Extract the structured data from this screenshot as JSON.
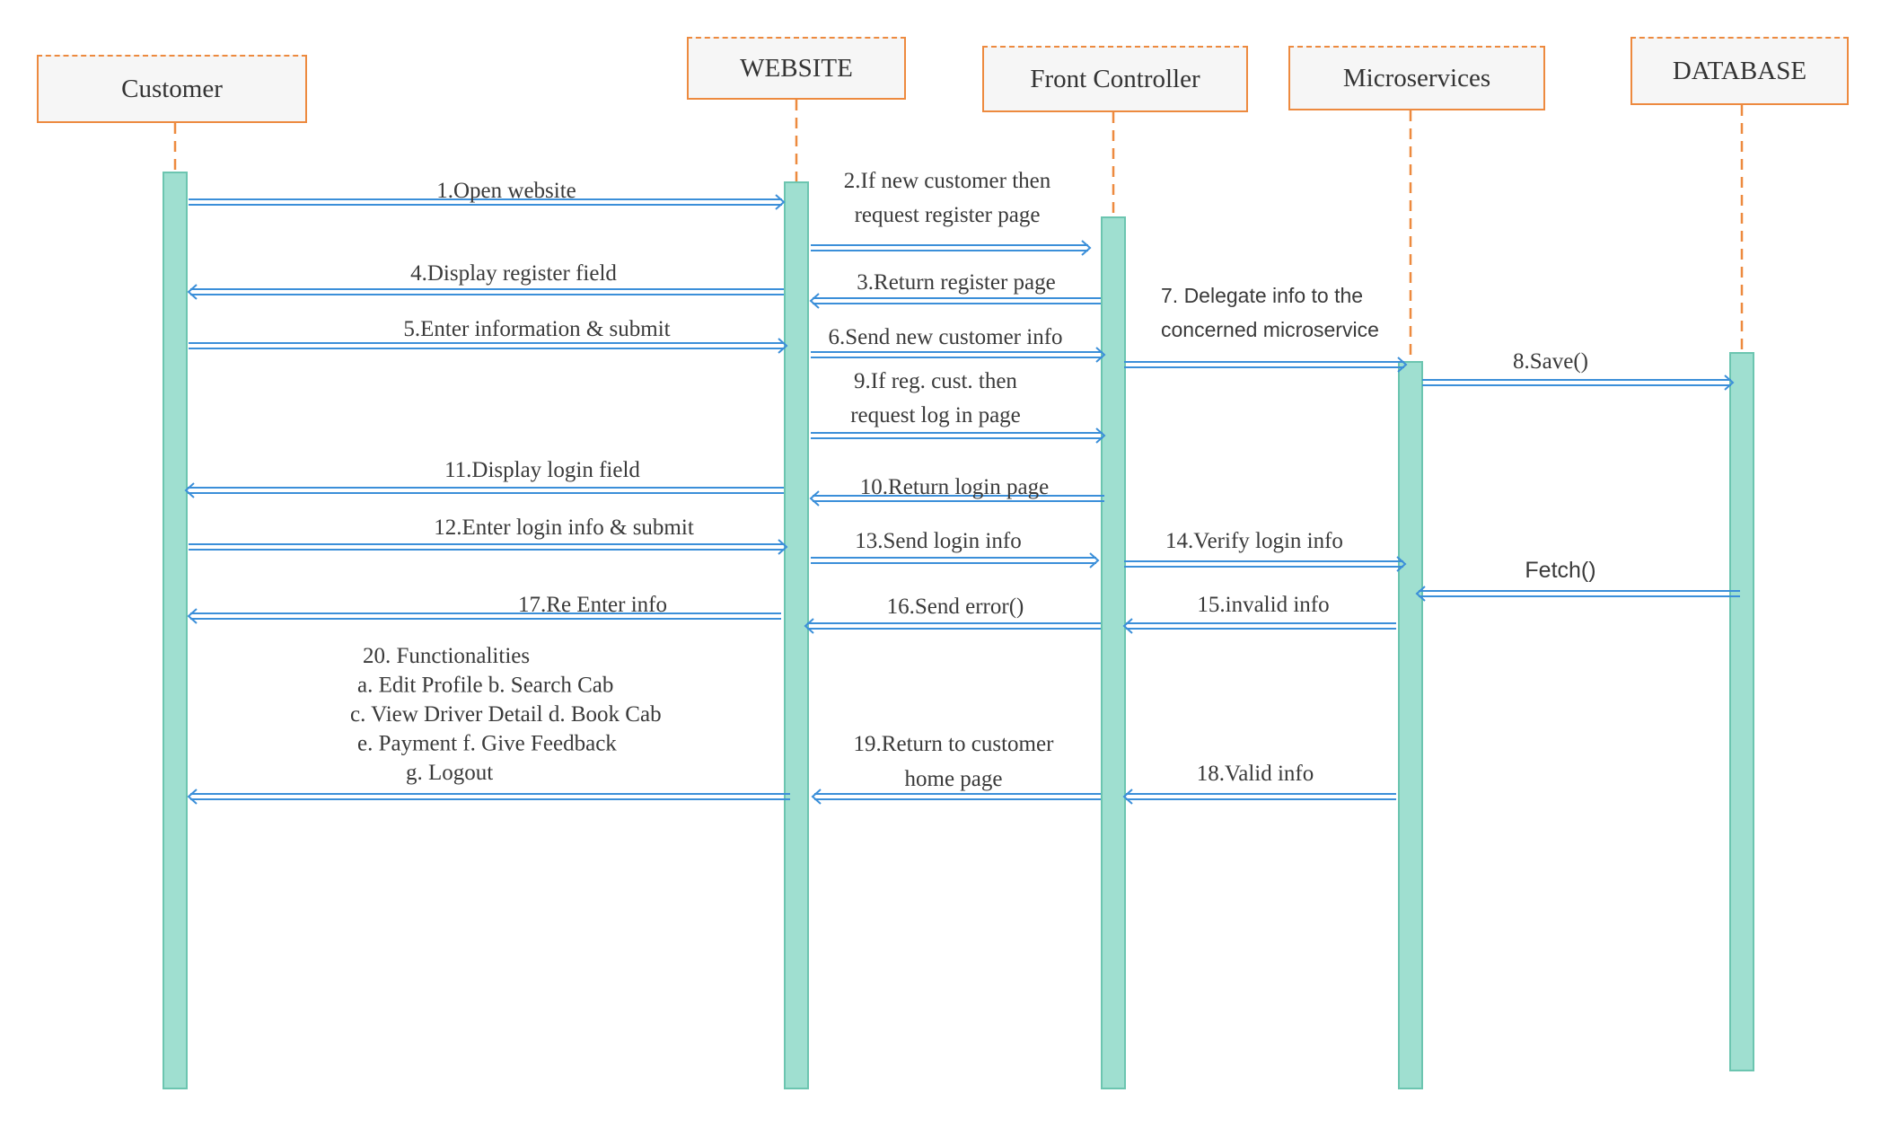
{
  "actors": [
    {
      "id": "customer",
      "label": "Customer"
    },
    {
      "id": "website",
      "label": "WEBSITE"
    },
    {
      "id": "front",
      "label": "Front Controller"
    },
    {
      "id": "micro",
      "label": "Microservices"
    },
    {
      "id": "db",
      "label": "DATABASE"
    }
  ],
  "messages": [
    {
      "id": "m1",
      "from": "customer",
      "to": "website",
      "lines": [
        "1.Open website"
      ]
    },
    {
      "id": "m2",
      "from": "website",
      "to": "front",
      "lines": [
        "2.If new customer then",
        "request register page"
      ]
    },
    {
      "id": "m3",
      "from": "front",
      "to": "website",
      "lines": [
        "3.Return register page"
      ]
    },
    {
      "id": "m4",
      "from": "website",
      "to": "customer",
      "lines": [
        "4.Display register field"
      ]
    },
    {
      "id": "m5",
      "from": "customer",
      "to": "website",
      "lines": [
        "5.Enter information & submit"
      ]
    },
    {
      "id": "m6",
      "from": "website",
      "to": "front",
      "lines": [
        "6.Send new customer info"
      ]
    },
    {
      "id": "m7",
      "from": "front",
      "to": "micro",
      "lines": [
        "7. Delegate info to the",
        "concerned microservice"
      ]
    },
    {
      "id": "m8",
      "from": "micro",
      "to": "db",
      "lines": [
        "8.Save()"
      ]
    },
    {
      "id": "m9",
      "from": "website",
      "to": "front",
      "lines": [
        "9.If reg. cust. then",
        "request log in page"
      ]
    },
    {
      "id": "m10",
      "from": "front",
      "to": "website",
      "lines": [
        "10.Return login page"
      ]
    },
    {
      "id": "m11",
      "from": "website",
      "to": "customer",
      "lines": [
        "11.Display login field"
      ]
    },
    {
      "id": "m12",
      "from": "customer",
      "to": "website",
      "lines": [
        "12.Enter login info & submit"
      ]
    },
    {
      "id": "m13",
      "from": "website",
      "to": "front",
      "lines": [
        "13.Send login info"
      ]
    },
    {
      "id": "m14",
      "from": "front",
      "to": "micro",
      "lines": [
        "14.Verify login info"
      ]
    },
    {
      "id": "m_fetch",
      "from": "db",
      "to": "micro",
      "lines": [
        "Fetch()"
      ]
    },
    {
      "id": "m15",
      "from": "micro",
      "to": "front",
      "lines": [
        "15.invalid  info"
      ]
    },
    {
      "id": "m16",
      "from": "front",
      "to": "website",
      "lines": [
        "16.Send error()"
      ]
    },
    {
      "id": "m17",
      "from": "website",
      "to": "customer",
      "lines": [
        "17.Re Enter info"
      ]
    },
    {
      "id": "m18",
      "from": "micro",
      "to": "front",
      "lines": [
        "18.Valid info"
      ]
    },
    {
      "id": "m19",
      "from": "front",
      "to": "website",
      "lines": [
        "19.Return to customer",
        "home page"
      ]
    },
    {
      "id": "m20",
      "from": "website",
      "to": "customer",
      "lines": [
        "20. Functionalities",
        "a. Edit Profile  b. Search Cab",
        "c. View Driver Detail d. Book Cab",
        "e. Payment f. Give Feedback",
        "g. Logout"
      ]
    }
  ],
  "colors": {
    "actor_border": "#ed8a3f",
    "actor_fill": "#f6f6f6",
    "lifeline": "#ed8a3f",
    "activation_fill": "#9fdfd0",
    "activation_border": "#6cc5b0",
    "arrow": "#3b8fd9"
  }
}
